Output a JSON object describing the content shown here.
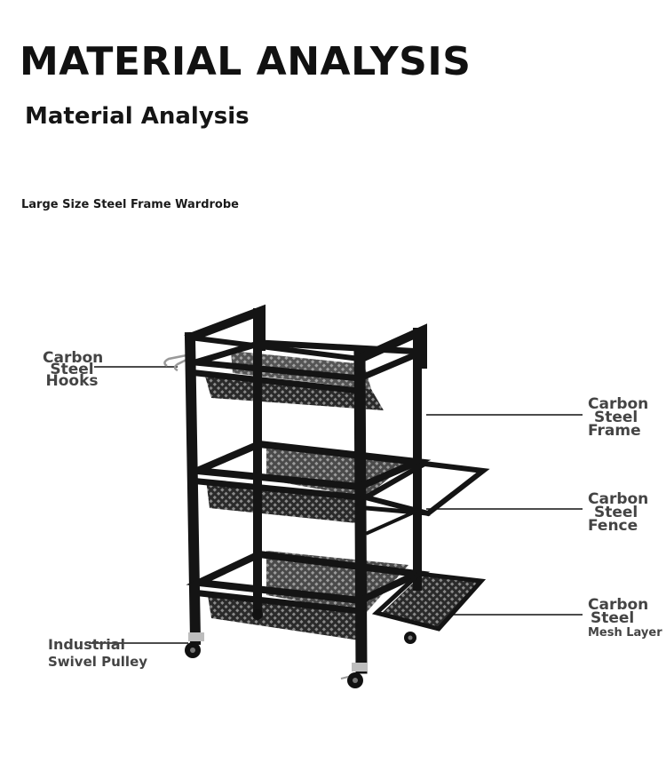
{
  "heading": {
    "title": "MATERIAL ANALYSIS",
    "subtitle": "Material Analysis",
    "caption": "Large Size Steel Frame Wardrobe"
  },
  "callouts": {
    "hooks": {
      "line1": "Carbon",
      "line2": "Steel",
      "line3": "Hooks"
    },
    "frame": {
      "line1": "Carbon",
      "line2": "Steel",
      "line3": "Frame"
    },
    "fence": {
      "line1": "Carbon",
      "line2": "Steel",
      "line3": "Fence"
    },
    "mesh": {
      "line1": "Carbon",
      "line2": "Steel",
      "line3": "Mesh Layer"
    },
    "pulley": {
      "line1": "Industrial",
      "line2": "Swivel Pulley"
    }
  },
  "colors": {
    "background": "#ffffff",
    "frame": "#141414",
    "label": "#444444"
  }
}
